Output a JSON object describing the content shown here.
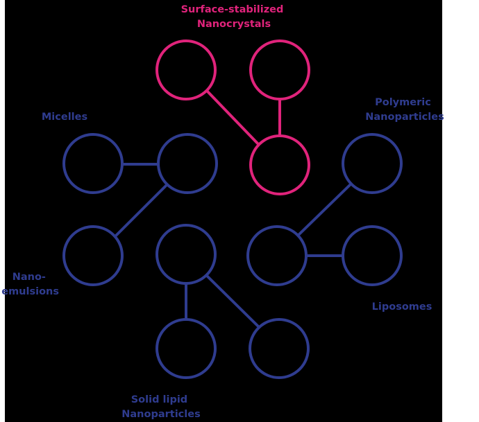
{
  "colors": {
    "background": "#000000",
    "blue": "#2f3c8f",
    "magenta": "#e0237b"
  },
  "labels": {
    "surface_stabilized": [
      "Surface-stabilized",
      "Nanocrystals"
    ],
    "micelles": [
      "Micelles"
    ],
    "polymeric": [
      "Polymeric",
      "Nanoparticles"
    ],
    "nanoemulsions": [
      "Nano-",
      "emulsions"
    ],
    "liposomes": [
      "Liposomes"
    ],
    "solid_lipid": [
      "Solid lipid",
      "Nanoparticles"
    ]
  }
}
